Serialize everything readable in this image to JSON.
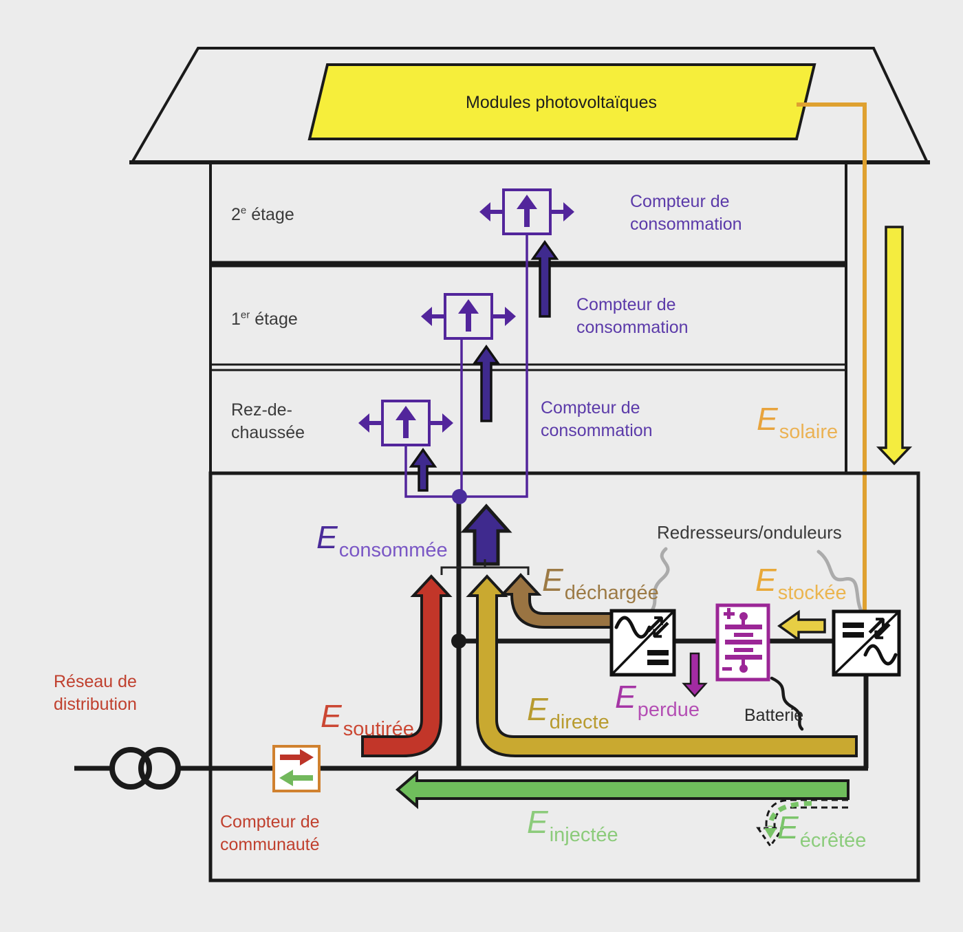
{
  "panel": {
    "label": "Modules photovoltaïques"
  },
  "floors": {
    "second": {
      "base": "2",
      "sup": "e",
      "rest": " étage"
    },
    "first": {
      "base": "1",
      "sup": "er",
      "rest": " étage"
    },
    "ground": {
      "base": "Rez-de-chaussée",
      "sup": "",
      "rest": ""
    }
  },
  "meters": {
    "consumption_label": "Compteur de consommation",
    "community_label": "Compteur de communauté"
  },
  "grid": {
    "label": "Réseau de distribution"
  },
  "equipment": {
    "inverters_label": "Redresseurs/onduleurs",
    "battery_label": "Batterie"
  },
  "energies": {
    "solaire": {
      "symbol": "E",
      "sub": "solaire"
    },
    "consommee": {
      "symbol": "E",
      "sub": "consommée"
    },
    "soutiree": {
      "symbol": "E",
      "sub": "soutirée"
    },
    "directe": {
      "symbol": "E",
      "sub": "directe"
    },
    "dechargee": {
      "symbol": "E",
      "sub": "déchargée"
    },
    "stockee": {
      "symbol": "E",
      "sub": "stockée"
    },
    "perdue": {
      "symbol": "E",
      "sub": "perdue"
    },
    "injectee": {
      "symbol": "E",
      "sub": "injectée"
    },
    "ecretee": {
      "symbol": "E",
      "sub": "écrêtée"
    }
  },
  "icons": {
    "bidirectional_arrow": "⇄"
  },
  "colors": {
    "solar_line": "#DFA130",
    "solar_flow": "#F4EC3F",
    "consumed": "#3F2A8E",
    "meter_purple": "#52259B",
    "drawn": "#C23629",
    "direct": "#C9A930",
    "discharged": "#9A7442",
    "stored": "#E7CE44",
    "lost": "#A22BA2",
    "injected": "#6FBE5C",
    "clipped": "#79C467",
    "grid_red": "#C0402E",
    "battery_magenta": "#9B2696",
    "pv_yellow": "#F6EE3B"
  }
}
